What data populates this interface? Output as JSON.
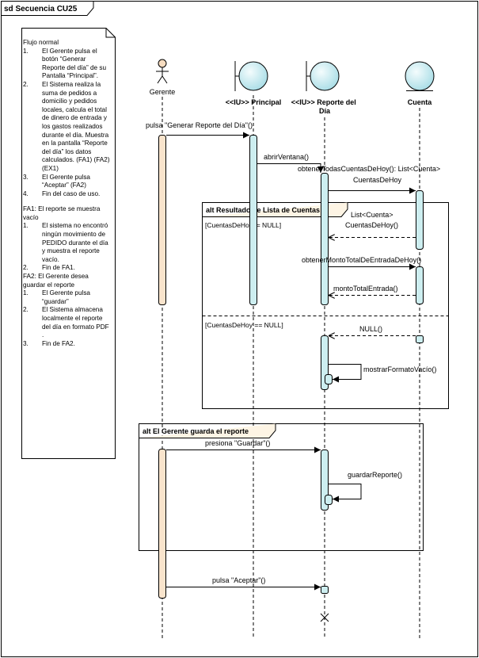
{
  "frame": {
    "title": "sd Secuencia CU25"
  },
  "lifelines": [
    {
      "id": "gerente",
      "label": "Gerente",
      "kind": "actor"
    },
    {
      "id": "principal",
      "label": "<<IU>> Principal",
      "kind": "boundary"
    },
    {
      "id": "reporte",
      "label": "<<IU>> Reporte del Día",
      "kind": "boundary"
    },
    {
      "id": "cuenta",
      "label": "Cuenta",
      "kind": "entity"
    }
  ],
  "note": {
    "blocks": [
      {
        "intro": "Flujo normal",
        "items": [
          {
            "n": "1.",
            "text": "El Gerente pulsa el botón “Generar Reporte del día” de su Pantalla “Principal”."
          },
          {
            "n": "2.",
            "text": "El Sistema realiza la suma de pedidos a domicilio y pedidos locales, calcula el total de dinero de entrada y los gastos realizados durante el día. Muestra en la pantalla “Reporte del día” los datos calculados. (FA1) (FA2) (EX1)"
          },
          {
            "n": "3.",
            "text": "El Gerente pulsa “Aceptar” (FA2)"
          },
          {
            "n": "4.",
            "text": "Fin del caso de uso."
          }
        ]
      },
      {
        "intro": "FA1: El reporte se muestra vacío",
        "items": [
          {
            "n": "1.",
            "text": "El sistema no encontró ningún movimiento de PEDIDO durante el día y muestra el reporte vacío."
          },
          {
            "n": "2.",
            "text": "Fin de FA1."
          }
        ]
      },
      {
        "intro": "FA2: El Gerente desea guardar el reporte",
        "items": [
          {
            "n": "1.",
            "text": "El Gerente pulsa “guardar”"
          },
          {
            "n": "2.",
            "text": "El Sistema almacena localmente el reporte del día en formato PDF ."
          },
          {
            "n": "3.",
            "text": "Fin de FA2."
          }
        ]
      }
    ]
  },
  "fragments": [
    {
      "operator": "alt",
      "title": "alt Resultado de Lista de Cuentas",
      "guards": [
        "[CuentasDeHoy != NULL]",
        "[CuentasDeHoy == NULL]"
      ]
    },
    {
      "operator": "alt",
      "title": "alt El Gerente guarda el reporte"
    }
  ],
  "messages": [
    {
      "text": "pulsa \"Generar Reporte del Día\"()"
    },
    {
      "text": "abrirVentana()"
    },
    {
      "text": "obtenerTodasCuentasDeHoy(): List<Cuenta>"
    },
    {
      "text": "CuentasDeHoy"
    },
    {
      "text": "List<Cuenta>"
    },
    {
      "text": "CuentasDeHoy()"
    },
    {
      "text": "obtenerMontoTotalDeEntradaDeHoy()"
    },
    {
      "text": "montoTotalEntrada()"
    },
    {
      "text": "NULL()"
    },
    {
      "text": "mostrarFormatoVacío()"
    },
    {
      "text": "presiona \"Guardar\"()"
    },
    {
      "text": "guardarReporte()"
    },
    {
      "text": "pulsa \"Aceptar\"()"
    }
  ],
  "colors": {
    "actor_activation": "#f9e4cc",
    "activation": "#cdeef0",
    "boundary_fill": "#c2eaf0",
    "line": "#000000"
  }
}
